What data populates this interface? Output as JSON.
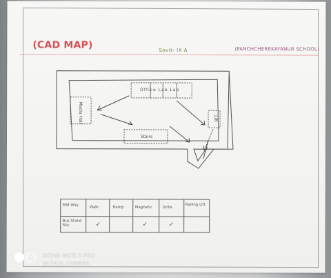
{
  "sheet": {
    "title": "(CAD MAP)",
    "subtitle": "Sovit- IX A",
    "school": "(PANCHCHEREKAYANUR SCHOOL)"
  },
  "diagram": {
    "rooms": {
      "left_room": "Media Hall",
      "top_room": "Office Lab Lab",
      "bottom_room": "Stairs",
      "right_room": "Lift"
    },
    "flow_markers": [
      "→",
      "→",
      "→",
      "→"
    ]
  },
  "table": {
    "header": [
      "Mid Way",
      "Walk",
      "Ramp",
      "Magnetic",
      "Grills",
      "Railing Lift"
    ],
    "row": [
      "Bus Stand Sky",
      "✓",
      "",
      "✓",
      "✓",
      ""
    ]
  },
  "watermark": {
    "line1": "REDMI NOTE 5 PRO",
    "line2": "MI DUAL CAMERA"
  },
  "colors": {
    "paper": "#f4f4f2",
    "background": "#8f9294",
    "title_red": "#d64f55",
    "subtitle_green": "#6f8c4a",
    "school_purple": "#9d5c88",
    "pencil": "#4a4a4a",
    "margin_line": "#e89da0",
    "watermark": "#ffffff"
  }
}
